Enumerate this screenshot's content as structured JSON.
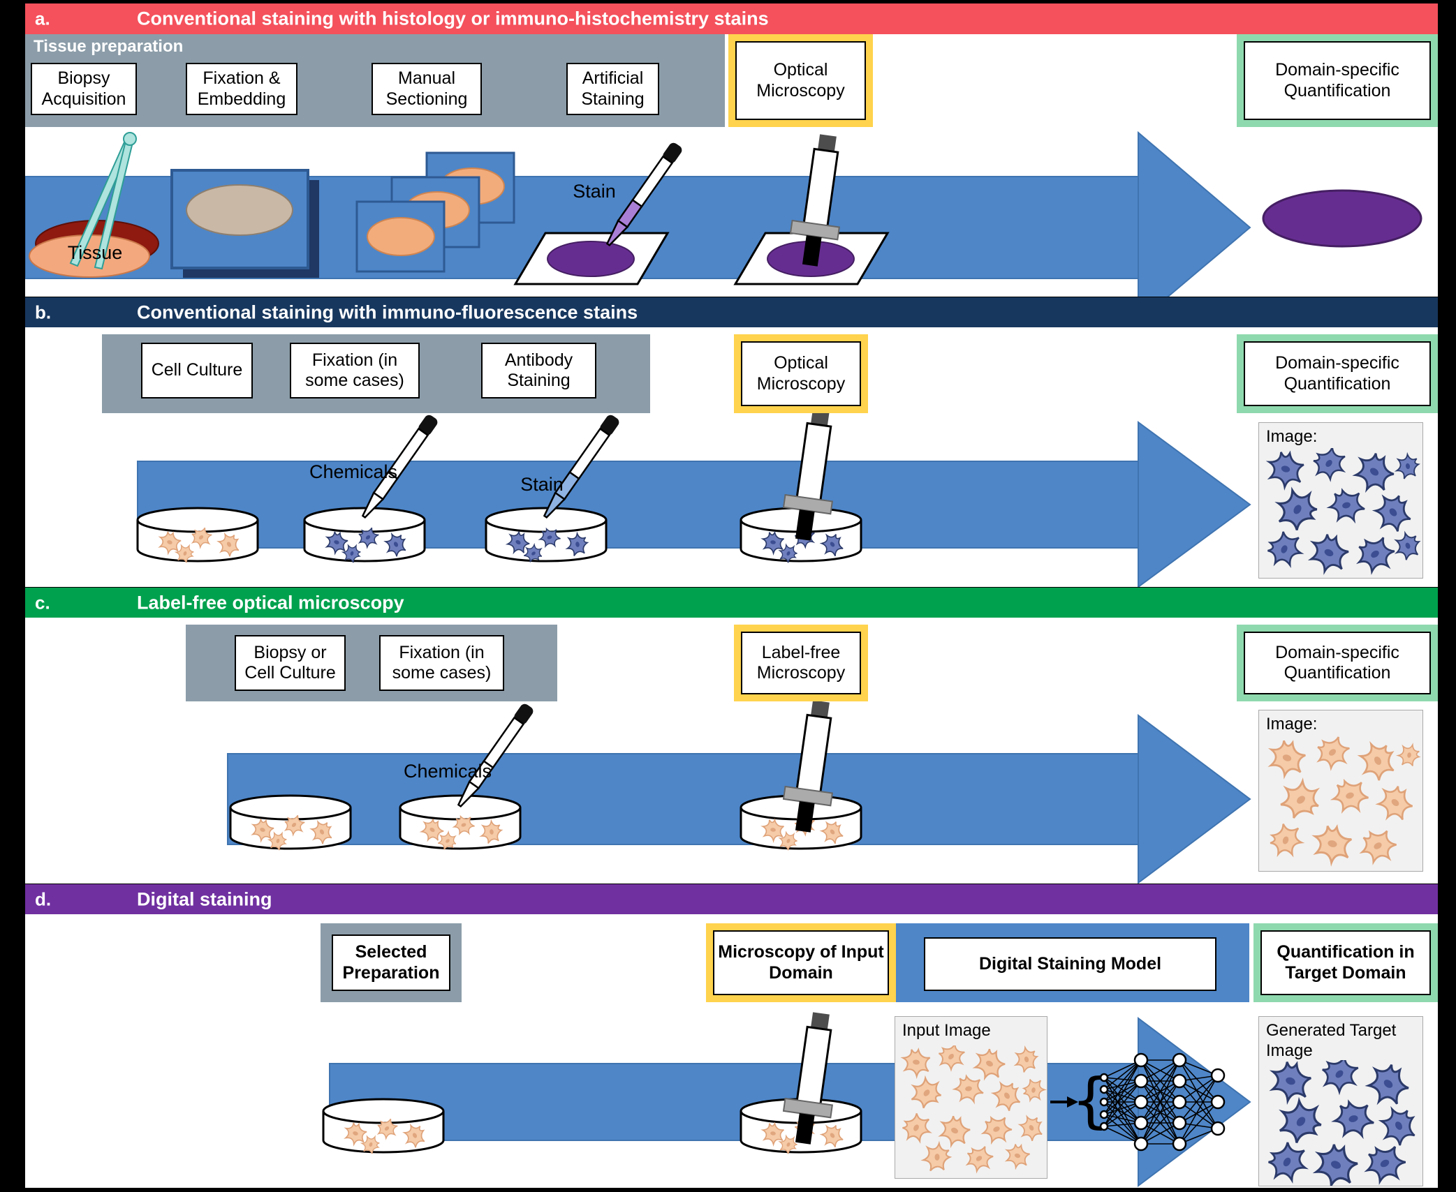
{
  "panel_a": {
    "label": "a.",
    "title": "Conventional staining with histology or immuno-histochemistry stains",
    "prep_label": "Tissue preparation",
    "steps": [
      "Biopsy Acquisition",
      "Fixation & Embedding",
      "Manual Sectioning",
      "Artificial Staining"
    ],
    "microscopy": "Optical Microscopy",
    "quantification": "Domain-specific Quantification",
    "tissue_label": "Tissue",
    "stain_label": "Stain"
  },
  "panel_b": {
    "label": "b.",
    "title": "Conventional staining with immuno-fluorescence stains",
    "steps": [
      "Cell Culture",
      "Fixation (in some cases)",
      "Antibody Staining"
    ],
    "microscopy": "Optical Microscopy",
    "quantification": "Domain-specific Quantification",
    "chemicals_label": "Chemicals",
    "stain_label": "Stain",
    "image_label": "Image:"
  },
  "panel_c": {
    "label": "c.",
    "title": "Label-free optical microscopy",
    "steps": [
      "Biopsy or Cell Culture",
      "Fixation (in some cases)"
    ],
    "microscopy": "Label-free Microscopy",
    "quantification": "Domain-specific Quantification",
    "chemicals_label": "Chemicals",
    "image_label": "Image:"
  },
  "panel_d": {
    "label": "d.",
    "title": "Digital staining",
    "preparation": "Selected Preparation",
    "microscopy": "Microscopy of Input Domain",
    "model": "Digital Staining Model",
    "quantification": "Quantification in Target Domain",
    "input_image_label": "Input Image",
    "generated_image_label": "Generated Target Image",
    "nn_brace": "{"
  },
  "colors": {
    "panel_a_header": "#F4515C",
    "panel_b_header": "#17375E",
    "panel_c_header": "#00A14E",
    "panel_d_header": "#7030A0",
    "prep_gray": "#8C9DA9",
    "microscopy_yellow": "#FFD34D",
    "quantification_green": "#8FD9AE",
    "arrow_blue": "#4E86C8",
    "stain_purple": "#662D91",
    "cell_orange": "#F5CBA8",
    "cell_blue": "#6F7FBE"
  },
  "icons": [
    "tweezers-icon",
    "tissue-icon",
    "embedding-cassette-icon",
    "tissue-sections-icon",
    "stain-dropper-icon",
    "glass-slide-icon",
    "microscope-icon",
    "petri-dish-icon",
    "cell-icon",
    "neural-network-icon",
    "process-arrow-icon"
  ]
}
